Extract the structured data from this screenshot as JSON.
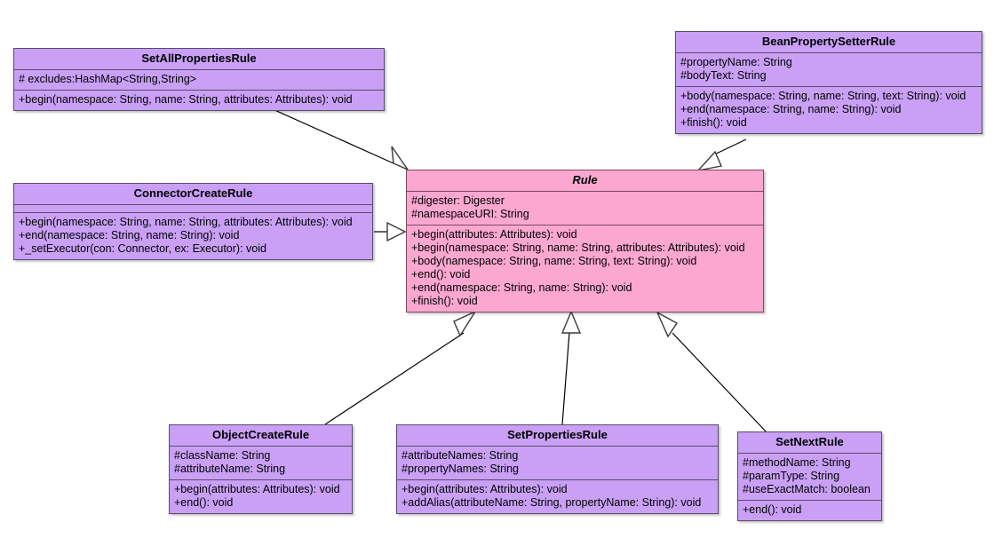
{
  "diagram": {
    "kind": "uml-class-diagram",
    "background": "#ffffff",
    "colors": {
      "concrete_class_fill": "#c9a0f5",
      "abstract_class_fill": "#fba7d0",
      "class_border": "#5a4a6a",
      "abstract_border": "#7a4a62",
      "edge_stroke": "#000000",
      "text": "#000000"
    },
    "classes": [
      {
        "id": "SetAllPropertiesRule",
        "name": "SetAllPropertiesRule",
        "abstract": false,
        "attributes": [
          "# excludes:HashMap<String,String>"
        ],
        "operations": [
          "+begin(namespace: String, name: String, attributes: Attributes): void"
        ]
      },
      {
        "id": "BeanPropertySetterRule",
        "name": "BeanPropertySetterRule",
        "abstract": false,
        "attributes": [
          "#propertyName: String",
          "#bodyText: String"
        ],
        "operations": [
          "+body(namespace: String, name: String, text: String): void",
          "+end(namespace: String, name: String): void",
          "+finish(): void"
        ]
      },
      {
        "id": "ConnectorCreateRule",
        "name": "ConnectorCreateRule",
        "abstract": false,
        "attributes": [],
        "operations": [
          "+begin(namespace: String, name: String, attributes: Attributes): void",
          "+end(namespace: String, name: String): void",
          "+_setExecutor(con: Connector, ex: Executor): void"
        ]
      },
      {
        "id": "Rule",
        "name": "Rule",
        "abstract": true,
        "attributes": [
          "#digester: Digester",
          "#namespaceURI: String"
        ],
        "operations": [
          "+begin(attributes: Attributes): void",
          "+begin(namespace: String, name: String, attributes: Attributes): void",
          "+body(namespace: String, name: String, text: String): void",
          "+end(): void",
          "+end(namespace: String, name: String): void",
          "+finish(): void"
        ]
      },
      {
        "id": "ObjectCreateRule",
        "name": "ObjectCreateRule",
        "abstract": false,
        "attributes": [
          "#className: String",
          "#attributeName: String"
        ],
        "operations": [
          "+begin(attributes: Attributes): void",
          "+end(): void"
        ]
      },
      {
        "id": "SetPropertiesRule",
        "name": "SetPropertiesRule",
        "abstract": false,
        "attributes": [
          "#attributeNames: String",
          "#propertyNames: String"
        ],
        "operations": [
          "+begin(attributes: Attributes): void",
          "+addAlias(attributeName: String, propertyName: String): void"
        ]
      },
      {
        "id": "SetNextRule",
        "name": "SetNextRule",
        "abstract": false,
        "attributes": [
          "#methodName: String",
          "#paramType: String",
          "#useExactMatch: boolean"
        ],
        "operations": [
          "+end(): void"
        ]
      }
    ],
    "relationships": [
      {
        "type": "generalization",
        "from": "SetAllPropertiesRule",
        "to": "Rule"
      },
      {
        "type": "generalization",
        "from": "BeanPropertySetterRule",
        "to": "Rule"
      },
      {
        "type": "generalization",
        "from": "ConnectorCreateRule",
        "to": "Rule"
      },
      {
        "type": "generalization",
        "from": "ObjectCreateRule",
        "to": "Rule"
      },
      {
        "type": "generalization",
        "from": "SetPropertiesRule",
        "to": "Rule"
      },
      {
        "type": "generalization",
        "from": "SetNextRule",
        "to": "Rule"
      }
    ]
  }
}
